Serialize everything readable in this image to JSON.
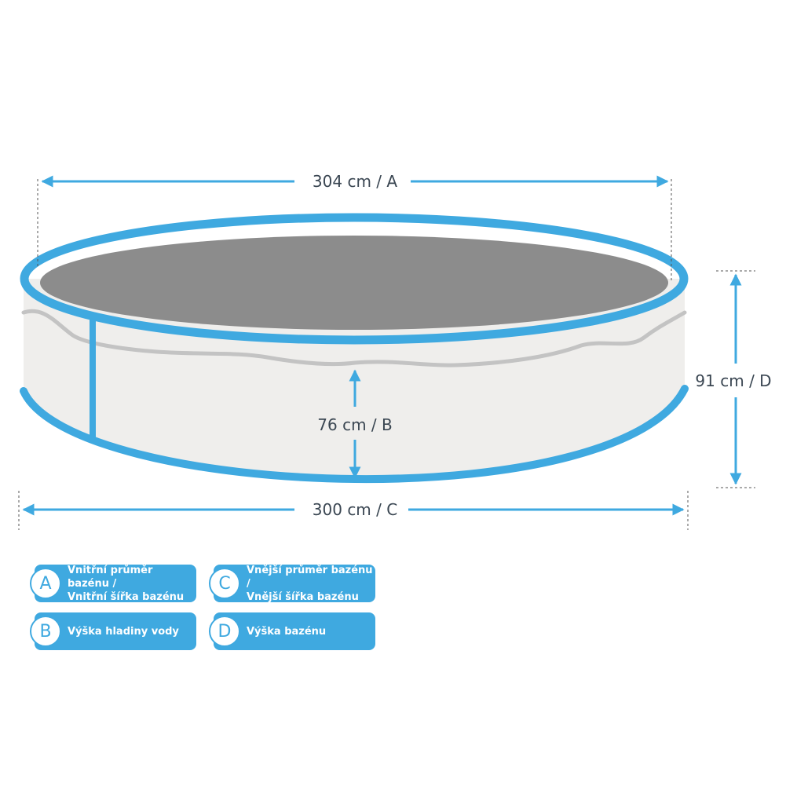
{
  "colors": {
    "accent": "#3fa9e0",
    "pool_wall": "#efeeec",
    "pool_floor": "#8c8c8c",
    "water_line": "#c3c3c3",
    "label_text": "#3a4652"
  },
  "dimensions": {
    "top_width": "304 cm / A",
    "bottom_width": "300 cm / C",
    "water_height": "76 cm / B",
    "pool_height": "91 cm / D"
  },
  "legend": [
    {
      "letter": "A",
      "line1": "Vnitřní průměr bazénu /",
      "line2": "Vnitřní šířka bazénu"
    },
    {
      "letter": "C",
      "line1": "Vnější průměr bazénu /",
      "line2": "Vnější šířka bazénu"
    },
    {
      "letter": "B",
      "line1": "Výška hladiny vody",
      "line2": ""
    },
    {
      "letter": "D",
      "line1": "Výška bazénu",
      "line2": ""
    }
  ]
}
